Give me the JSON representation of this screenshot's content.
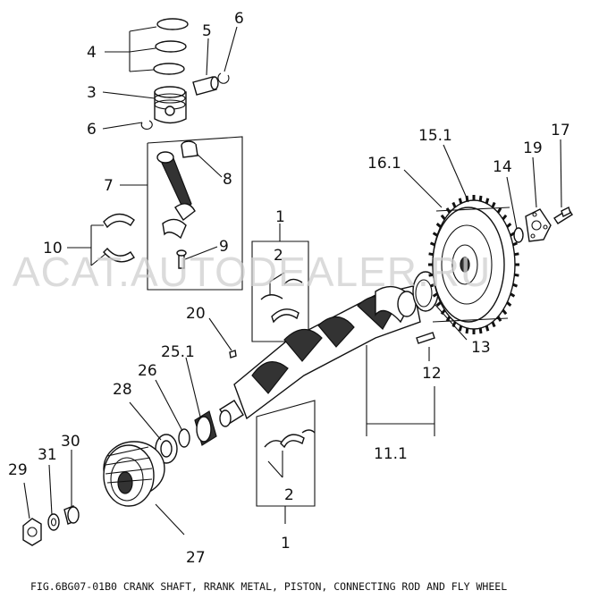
{
  "watermark": "ACAT.AUTODEALER.RU",
  "caption": "FIG.6BG07-01B0  CRANK SHAFT, RRANK METAL, PISTON, CONNECTING ROD AND FLY WHEEL",
  "callouts": {
    "c4": "4",
    "c6a": "6",
    "c5": "5",
    "c3": "3",
    "c6b": "6",
    "c7": "7",
    "c8": "8",
    "c10": "10",
    "c9": "9",
    "c1a": "1",
    "c2a": "2",
    "c20": "20",
    "c25_1": "25.1",
    "c26": "26",
    "c28": "28",
    "c30": "30",
    "c31": "31",
    "c29": "29",
    "c27": "27",
    "c2b": "2",
    "c1b": "1",
    "c15_1": "15.1",
    "c17": "17",
    "c16_1": "16.1",
    "c19": "19",
    "c14": "14",
    "c13": "13",
    "c12": "12",
    "c11_1": "11.1"
  }
}
